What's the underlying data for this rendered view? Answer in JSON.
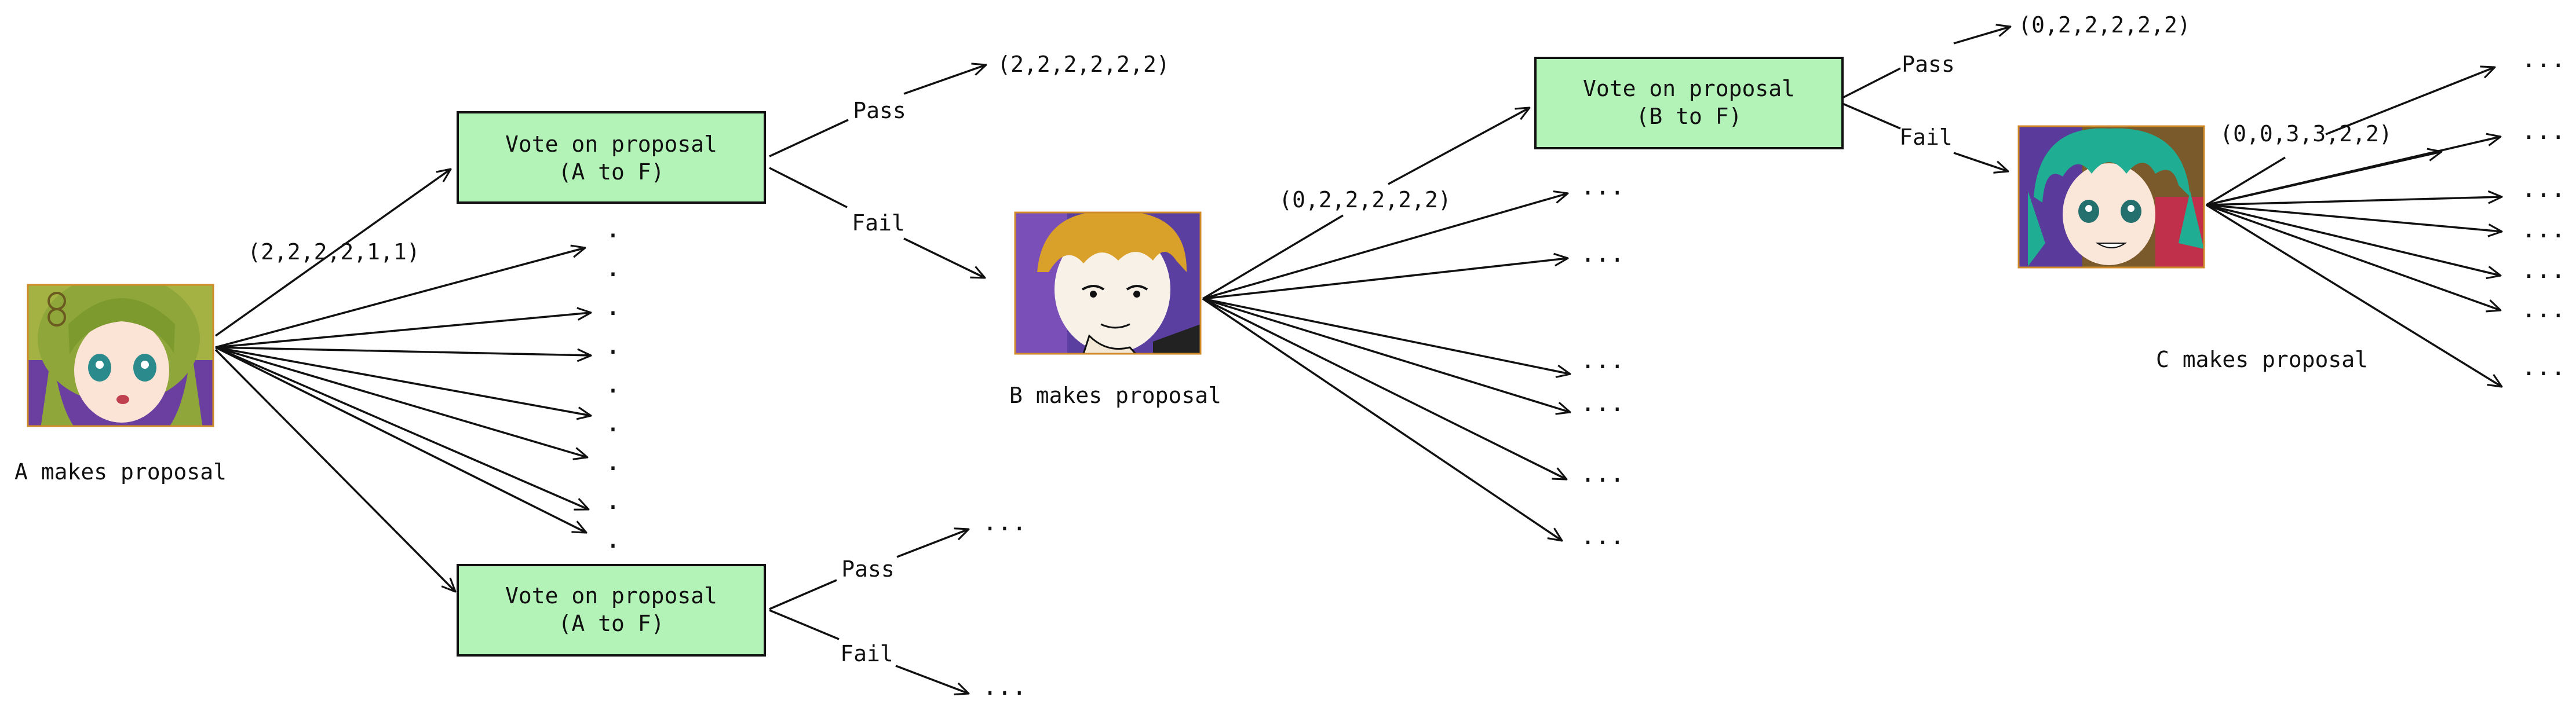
{
  "colors": {
    "box_fill": "#b3f3b8",
    "line": "#111111",
    "avatar_border": "#d08a2a"
  },
  "proposers": {
    "a": {
      "label": "A makes proposal",
      "avatar": "green-hair-girl-avatar"
    },
    "b": {
      "label": "B makes proposal",
      "avatar": "blond-hair-boy-avatar"
    },
    "c": {
      "label": "C makes proposal",
      "avatar": "teal-hair-boy-avatar"
    }
  },
  "boxes": {
    "top": {
      "line1": "Vote on proposal",
      "line2": "(A to F)"
    },
    "bottom": {
      "line1": "Vote on proposal",
      "line2": "(A to F)"
    },
    "b": {
      "line1": "Vote on proposal",
      "line2": "(B to F)"
    }
  },
  "edge_labels": {
    "pass": "Pass",
    "fail": "Fail"
  },
  "allocations": {
    "a_top": "(2,2,2,2,1,1)",
    "a_pass": "(2,2,2,2,2,2)",
    "b_top": "(0,2,2,2,2,2)",
    "b_pass": "(0,2,2,2,2,2)",
    "c_top": "(0,0,3,3,2,2)"
  },
  "glyphs": {
    "dot": ".",
    "ellipsis": "..."
  }
}
